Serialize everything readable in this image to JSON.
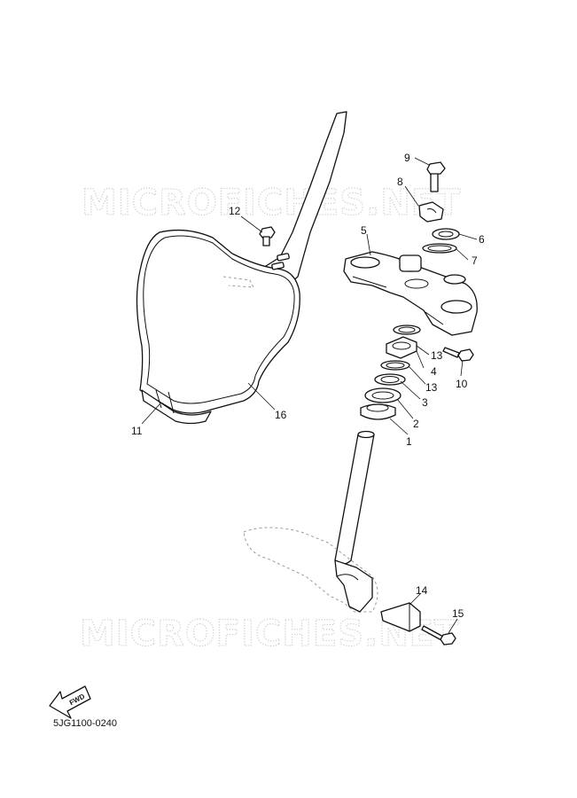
{
  "watermark": "MICROFICHES.NET",
  "diagram_code": "5JG1100-0240",
  "fwd_arrow_label": "FWD",
  "callouts": {
    "c1": "1",
    "c2": "2",
    "c3": "3",
    "c4": "4",
    "c5": "5",
    "c6": "6",
    "c7": "7",
    "c8": "8",
    "c9": "9",
    "c10": "10",
    "c11": "11",
    "c12": "12",
    "c13a": "13",
    "c13b": "13",
    "c14": "14",
    "c15": "15",
    "c16": "16"
  }
}
